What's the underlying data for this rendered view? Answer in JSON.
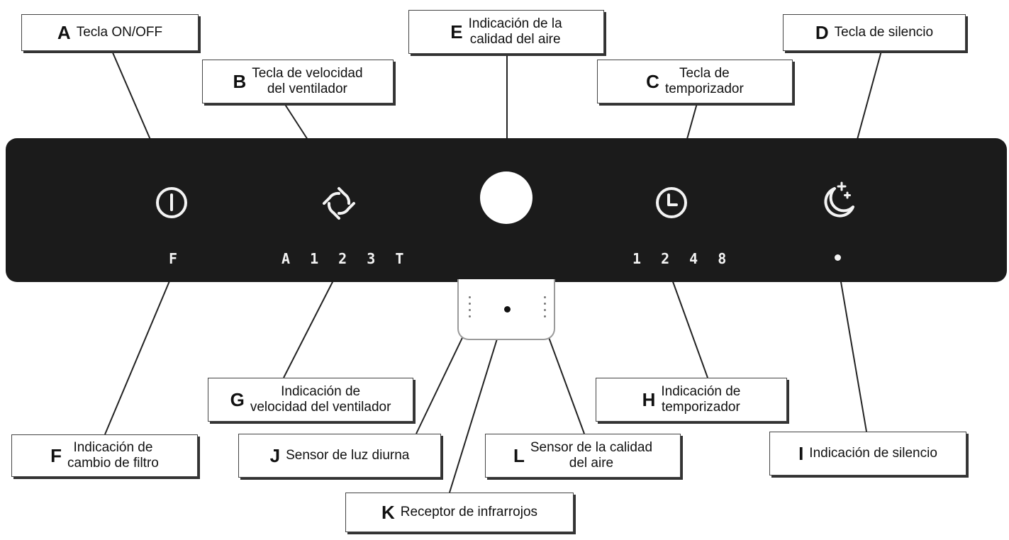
{
  "labels": {
    "A": {
      "letter": "A",
      "line1": "Tecla ON/OFF",
      "line2": ""
    },
    "B": {
      "letter": "B",
      "line1": "Tecla de velocidad",
      "line2": "del ventilador"
    },
    "C": {
      "letter": "C",
      "line1": "Tecla de",
      "line2": "temporizador"
    },
    "D": {
      "letter": "D",
      "line1": "Tecla de silencio",
      "line2": ""
    },
    "E": {
      "letter": "E",
      "line1": "Indicación de la",
      "line2": "calidad del aire"
    },
    "F": {
      "letter": "F",
      "line1": "Indicación de",
      "line2": "cambio de filtro"
    },
    "G": {
      "letter": "G",
      "line1": "Indicación de",
      "line2": "velocidad del ventilador"
    },
    "H": {
      "letter": "H",
      "line1": "Indicación de",
      "line2": "temporizador"
    },
    "I": {
      "letter": "I",
      "line1": "Indicación de silencio",
      "line2": ""
    },
    "J": {
      "letter": "J",
      "line1": "Sensor de luz diurna",
      "line2": ""
    },
    "K": {
      "letter": "K",
      "line1": "Receptor de infrarrojos",
      "line2": ""
    },
    "L": {
      "letter": "L",
      "line1": "Sensor de la calidad",
      "line2": "del aire"
    }
  },
  "displays": {
    "filter": "F",
    "fan_speed": "A 1 2 3 T",
    "timer": "1 2 4 8"
  },
  "icons": {
    "power": "power-icon",
    "fan": "fan-icon",
    "air_quality": "air-quality-indicator-icon",
    "timer": "clock-icon",
    "silent": "moon-stars-icon"
  },
  "colors": {
    "panel": "#1b1b1b",
    "panel_foreground": "#f4f4f4",
    "label_border": "#444444"
  }
}
